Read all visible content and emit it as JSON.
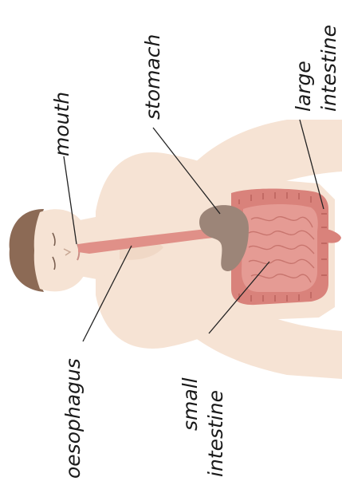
{
  "labels": {
    "mouth": "mouth",
    "stomach": "stomach",
    "large_intestine": [
      "large",
      "intestine"
    ],
    "oesophagus": "oesophagus",
    "small_intestine": [
      "small",
      "intestine"
    ]
  },
  "colors": {
    "skin": "#f6e3d4",
    "skin_shadow": "#ecd0bd",
    "hair": "#8c6a55",
    "oesophagus": "#e09088",
    "stomach": "#9c8578",
    "small_intestine": "#e59b94",
    "large_intestine": "#d9827b",
    "leader_line": "#222222"
  }
}
